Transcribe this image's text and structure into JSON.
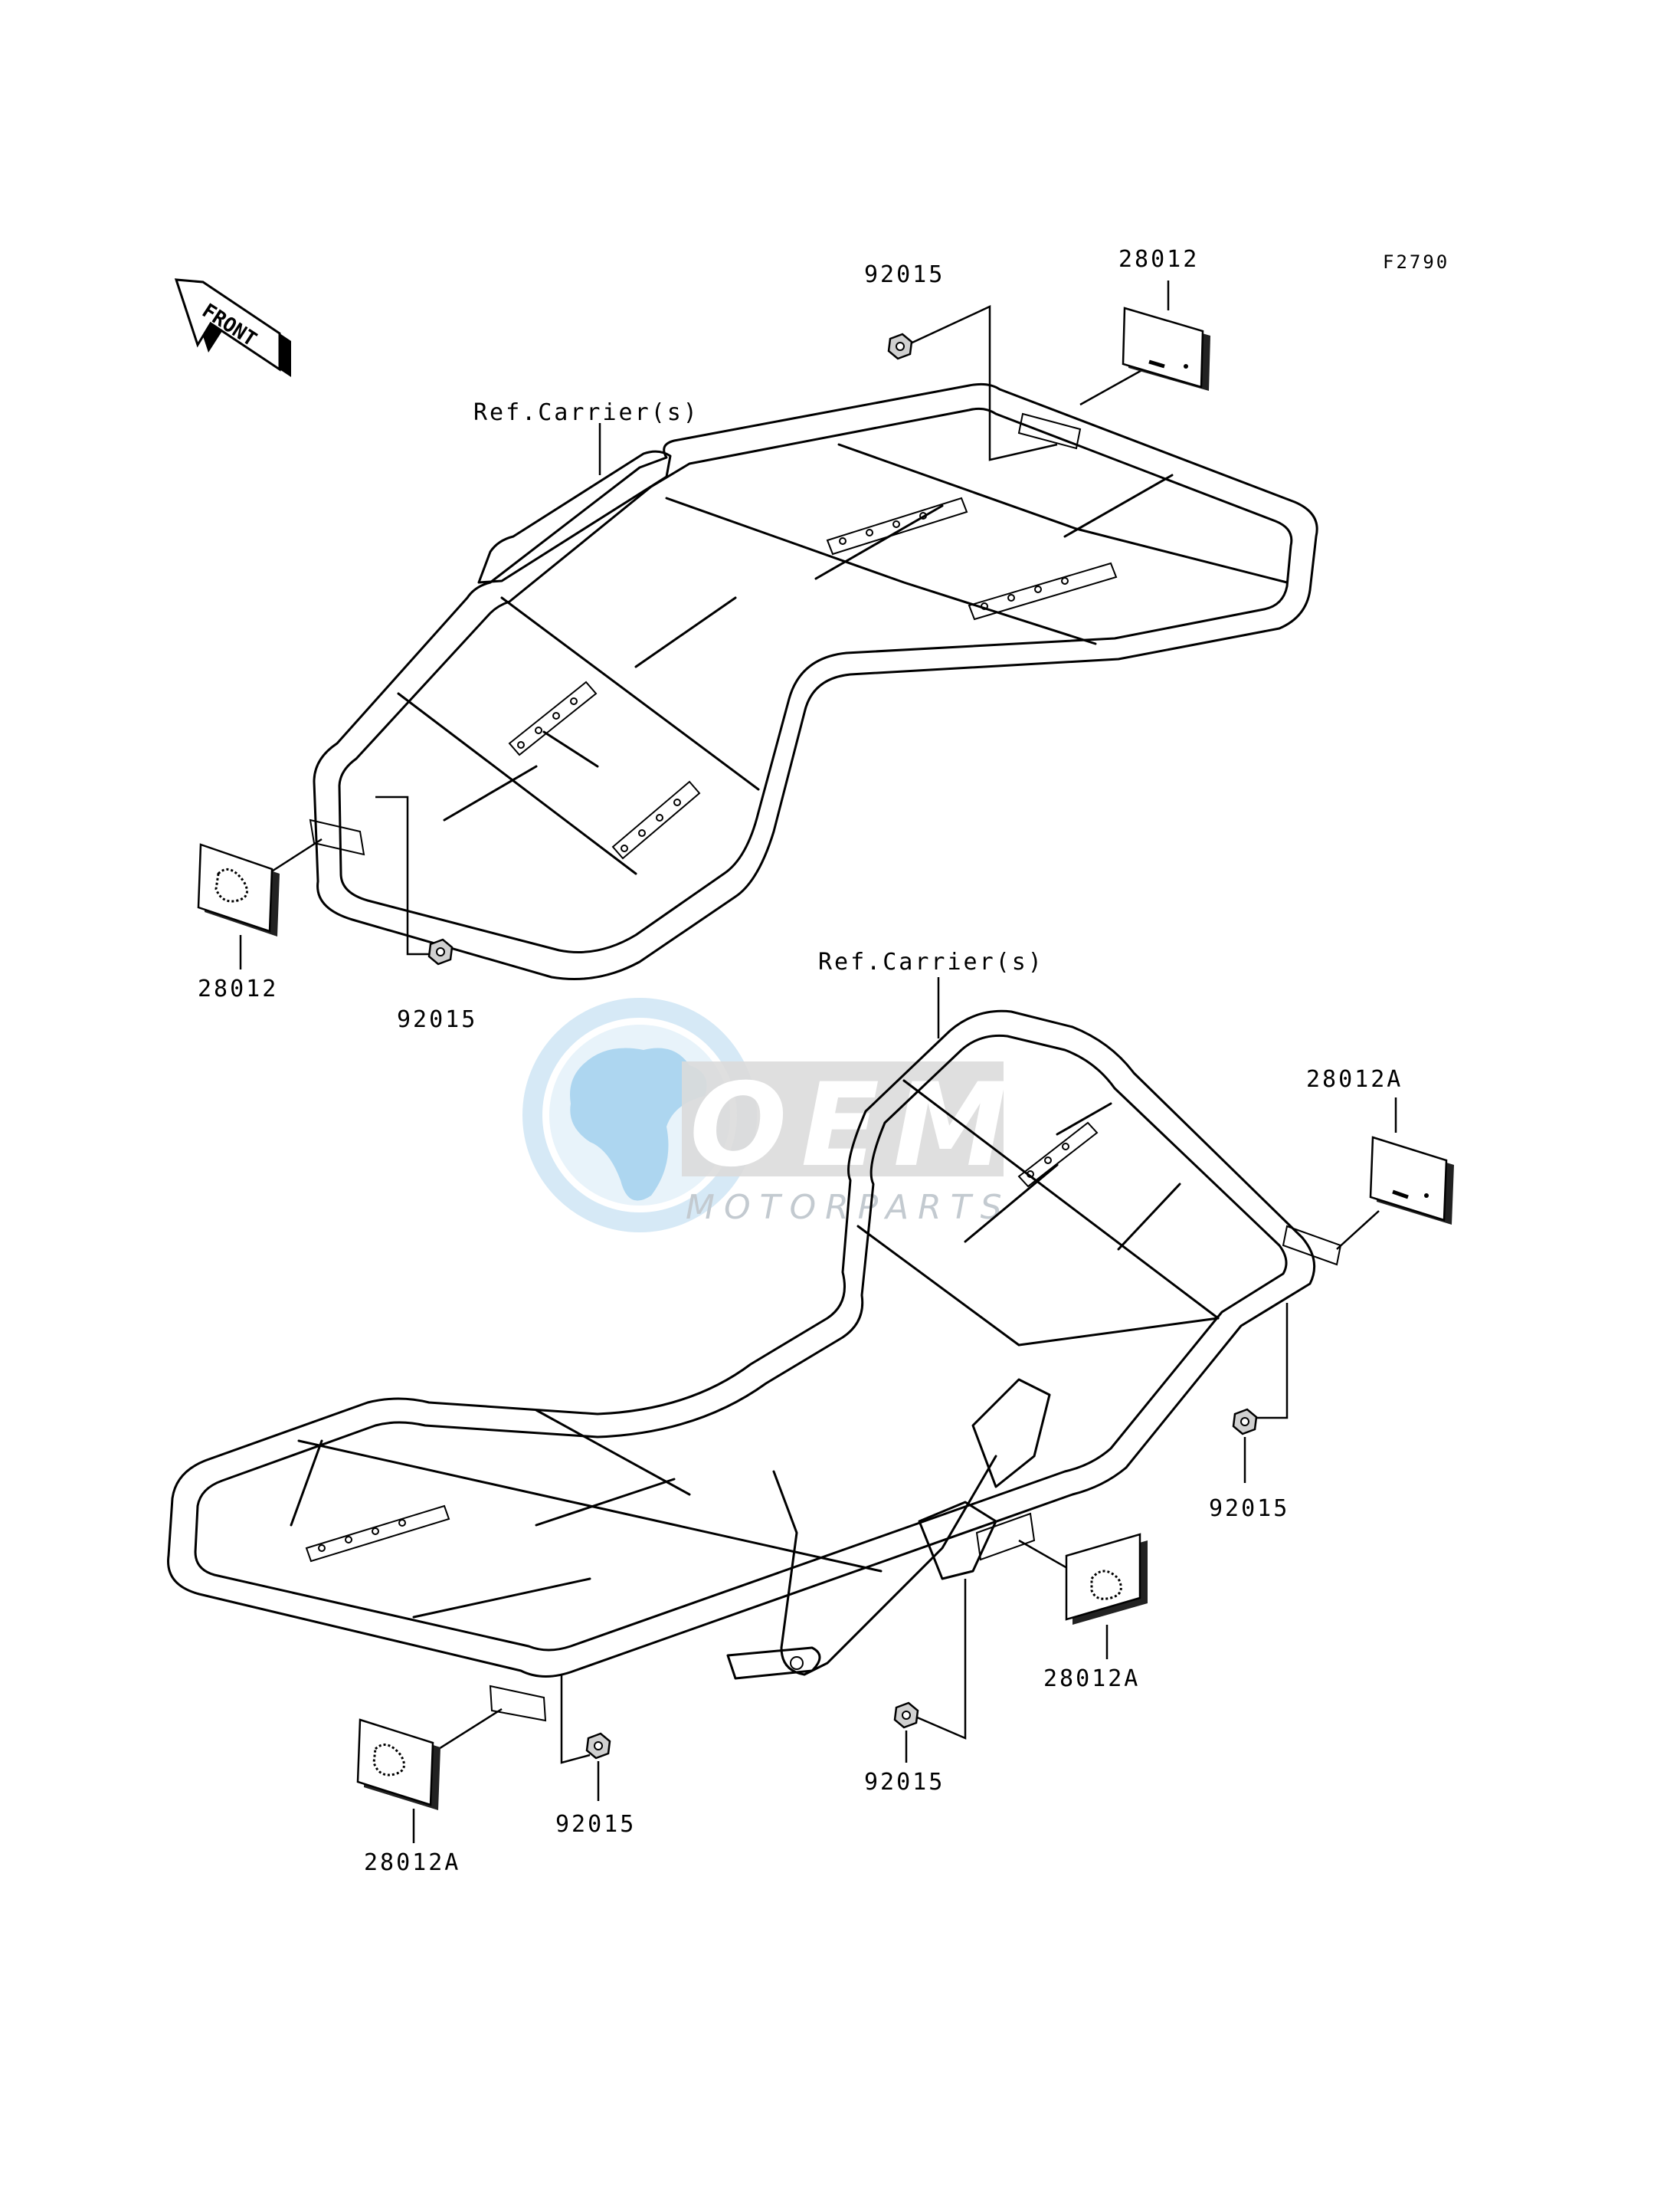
{
  "figure_code": "F2790",
  "front_arrow": {
    "label": "FRONT"
  },
  "watermark": {
    "logo_text": "OEM",
    "sub_text": "MOTORPARTS",
    "globe_color": "#9fd0ee",
    "logo_color": "#c8c8c8"
  },
  "upper_assembly": {
    "ref_label": "Ref.Carrier(s)",
    "callouts": {
      "nut_top": "92015",
      "reflector_top": "28012",
      "reflector_left": "28012",
      "nut_left": "92015"
    }
  },
  "lower_assembly": {
    "ref_label": "Ref.Carrier(s)",
    "callouts": {
      "reflector_right": "28012A",
      "nut_right": "92015",
      "reflector_center": "28012A",
      "nut_center": "92015",
      "nut_left": "92015",
      "reflector_left": "28012A"
    }
  }
}
